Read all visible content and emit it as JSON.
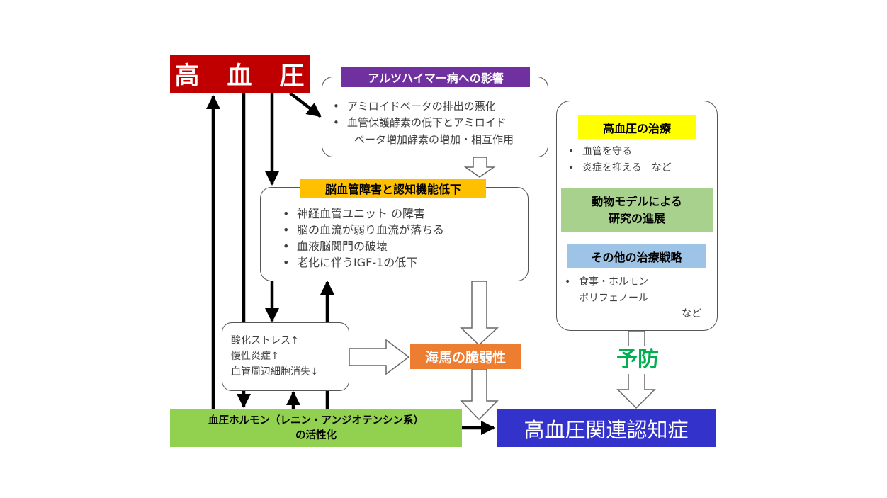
{
  "hypertension": "高　血　圧",
  "alzheimer": {
    "title": "アルツハイマー病への影響",
    "items": [
      "アミロイドベータの排出の悪化",
      "血管保護酵素の低下とアミロイド",
      "ベータ増加酵素の増加・相互作用"
    ]
  },
  "cerebro": {
    "title": "脳血管障害と認知機能低下",
    "items": [
      "神経血管ユニット の障害",
      "脳の血流が弱り血流が落ちる",
      "血液脳関門の破壊",
      "老化に伴うIGF-1の低下"
    ]
  },
  "stress": {
    "lines": [
      "酸化ストレス↑",
      "慢性炎症↑",
      "血管周辺細胞消失↓"
    ]
  },
  "hippocampus": "海馬の脆弱性",
  "raas": {
    "line1": "血圧ホルモン（レニン・アンジオテンシン系）",
    "line2": "の活性化"
  },
  "result": "高血圧関連認知症",
  "treatment": {
    "title": "高血圧の治療",
    "items": [
      "血管を守る",
      "炎症を抑える　など"
    ],
    "animal_line1": "動物モデルによる",
    "animal_line2": "研究の進展",
    "other_title": "その他の治療戦略",
    "other_item": "食事・ホルモン",
    "other_item2": "ポリフェノール",
    "other_etc": "など"
  },
  "prevention": "予防",
  "colors": {
    "red": "#c00000",
    "purple": "#7030a0",
    "yellow": "#ffc000",
    "orange": "#ed7d31",
    "green": "#92d050",
    "blue": "#3333cc",
    "bright_yellow": "#ffff00",
    "light_green": "#a9d18e",
    "light_blue": "#9dc3e6",
    "prevent_green": "#00b050"
  }
}
